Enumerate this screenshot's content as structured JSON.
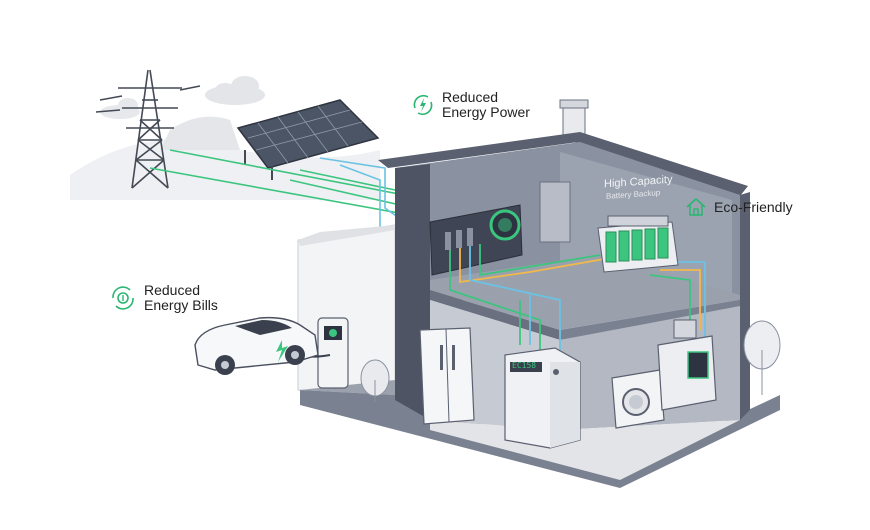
{
  "labels": {
    "reduced_energy_power": [
      "Reduced",
      "Energy Power"
    ],
    "eco_friendly": "Eco-Friendly",
    "reduced_energy_bills": [
      "Reduced",
      "Energy Bills"
    ],
    "battery_title": "High Capacity",
    "battery_subtitle": "Battery Backup",
    "home_battery_display": "EC158"
  },
  "icons": {
    "energy_power": "lightning-cycle-icon",
    "eco_friendly": "house-icon",
    "energy_bills": "coin-cycle-icon",
    "car": "lightning-icon"
  },
  "colors": {
    "accent_green": "#2bb673",
    "line_green": "#3cc57f",
    "line_blue": "#6cc2e3",
    "line_orange": "#f2b84b",
    "wall_dark": "#5a6070",
    "wall_mid": "#8a91a0",
    "floor": "#9aa1ad",
    "appliance": "#eceef2"
  }
}
